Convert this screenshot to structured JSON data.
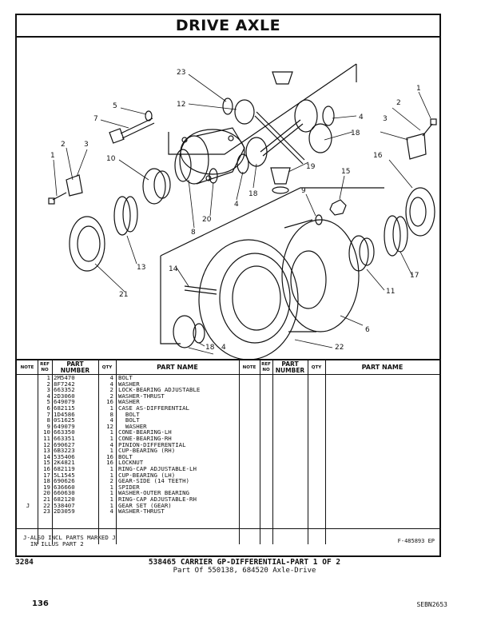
{
  "title": "DRIVE AXLE",
  "table_headers": {
    "note": "NOTE",
    "ref_no": "REF NO",
    "part_number": "PART NUMBER",
    "qty": "QTY",
    "part_name": "PART NAME"
  },
  "parts": [
    {
      "note": "",
      "ref": "1",
      "pn": "2M5470",
      "qty": "4",
      "name": "BOLT"
    },
    {
      "note": "",
      "ref": "2",
      "pn": "8F7242",
      "qty": "4",
      "name": "WASHER"
    },
    {
      "note": "",
      "ref": "3",
      "pn": "663352",
      "qty": "2",
      "name": "LOCK-BEARING ADJUSTABLE"
    },
    {
      "note": "",
      "ref": "4",
      "pn": "2D3060",
      "qty": "2",
      "name": "WASHER-THRUST"
    },
    {
      "note": "",
      "ref": "5",
      "pn": "649079",
      "qty": "16",
      "name": "WASHER"
    },
    {
      "note": "",
      "ref": "6",
      "pn": "682115",
      "qty": "1",
      "name": "CASE AS-DIFFERENTIAL"
    },
    {
      "note": "",
      "ref": "7",
      "pn": "1D4586",
      "qty": "8",
      "name": "  BOLT"
    },
    {
      "note": "",
      "ref": "8",
      "pn": "0S1625",
      "qty": "4",
      "name": "  BOLT"
    },
    {
      "note": "",
      "ref": "9",
      "pn": "649079",
      "qty": "12",
      "name": "  WASHER"
    },
    {
      "note": "",
      "ref": "10",
      "pn": "663350",
      "qty": "1",
      "name": "CONE-BEARING-LH"
    },
    {
      "note": "",
      "ref": "11",
      "pn": "663351",
      "qty": "1",
      "name": "CONE-BEARING-RH"
    },
    {
      "note": "",
      "ref": "12",
      "pn": "690627",
      "qty": "4",
      "name": "PINION-DIFFERENTIAL"
    },
    {
      "note": "",
      "ref": "13",
      "pn": "6B3223",
      "qty": "1",
      "name": "CUP-BEARING (RH)"
    },
    {
      "note": "",
      "ref": "14",
      "pn": "535406",
      "qty": "16",
      "name": "BOLT"
    },
    {
      "note": "",
      "ref": "15",
      "pn": "2K4821",
      "qty": "16",
      "name": "LOCKNUT"
    },
    {
      "note": "",
      "ref": "16",
      "pn": "682119",
      "qty": "1",
      "name": "RING-CAP ADJUSTABLE-LH"
    },
    {
      "note": "",
      "ref": "17",
      "pn": "5L1545",
      "qty": "1",
      "name": "CUP-BEARING (LH)"
    },
    {
      "note": "",
      "ref": "18",
      "pn": "690626",
      "qty": "2",
      "name": "GEAR-SIDE (14 TEETH)"
    },
    {
      "note": "",
      "ref": "19",
      "pn": "636660",
      "qty": "1",
      "name": "SPIDER"
    },
    {
      "note": "",
      "ref": "20",
      "pn": "660630",
      "qty": "1",
      "name": "WASHER-OUTER BEARING"
    },
    {
      "note": "",
      "ref": "21",
      "pn": "682120",
      "qty": "1",
      "name": "RING-CAP ADJUSTABLE-RH"
    },
    {
      "note": "J",
      "ref": "22",
      "pn": "538407",
      "qty": "1",
      "name": "GEAR SET (GEAR)"
    },
    {
      "note": "",
      "ref": "23",
      "pn": "2D3059",
      "qty": "4",
      "name": "WASHER-THRUST"
    }
  ],
  "footnote": "J-ALSO INCL PARTS MARKED J\n  IN ILLUS PART 2",
  "figure_number": "F-485893 EP",
  "group_number": "3284",
  "caption_title": "538465 CARRIER GP-DIFFERENTIAL-PART 1 OF 2",
  "caption_subtitle": "Part Of 550138, 684520 Axle-Drive",
  "page_number": "136",
  "doc_id": "SEBN2653",
  "callouts": [
    "1",
    "2",
    "3",
    "4",
    "5",
    "6",
    "7",
    "8",
    "9",
    "10",
    "11",
    "12",
    "13",
    "14",
    "15",
    "16",
    "17",
    "18",
    "19",
    "20",
    "21",
    "22",
    "23"
  ]
}
